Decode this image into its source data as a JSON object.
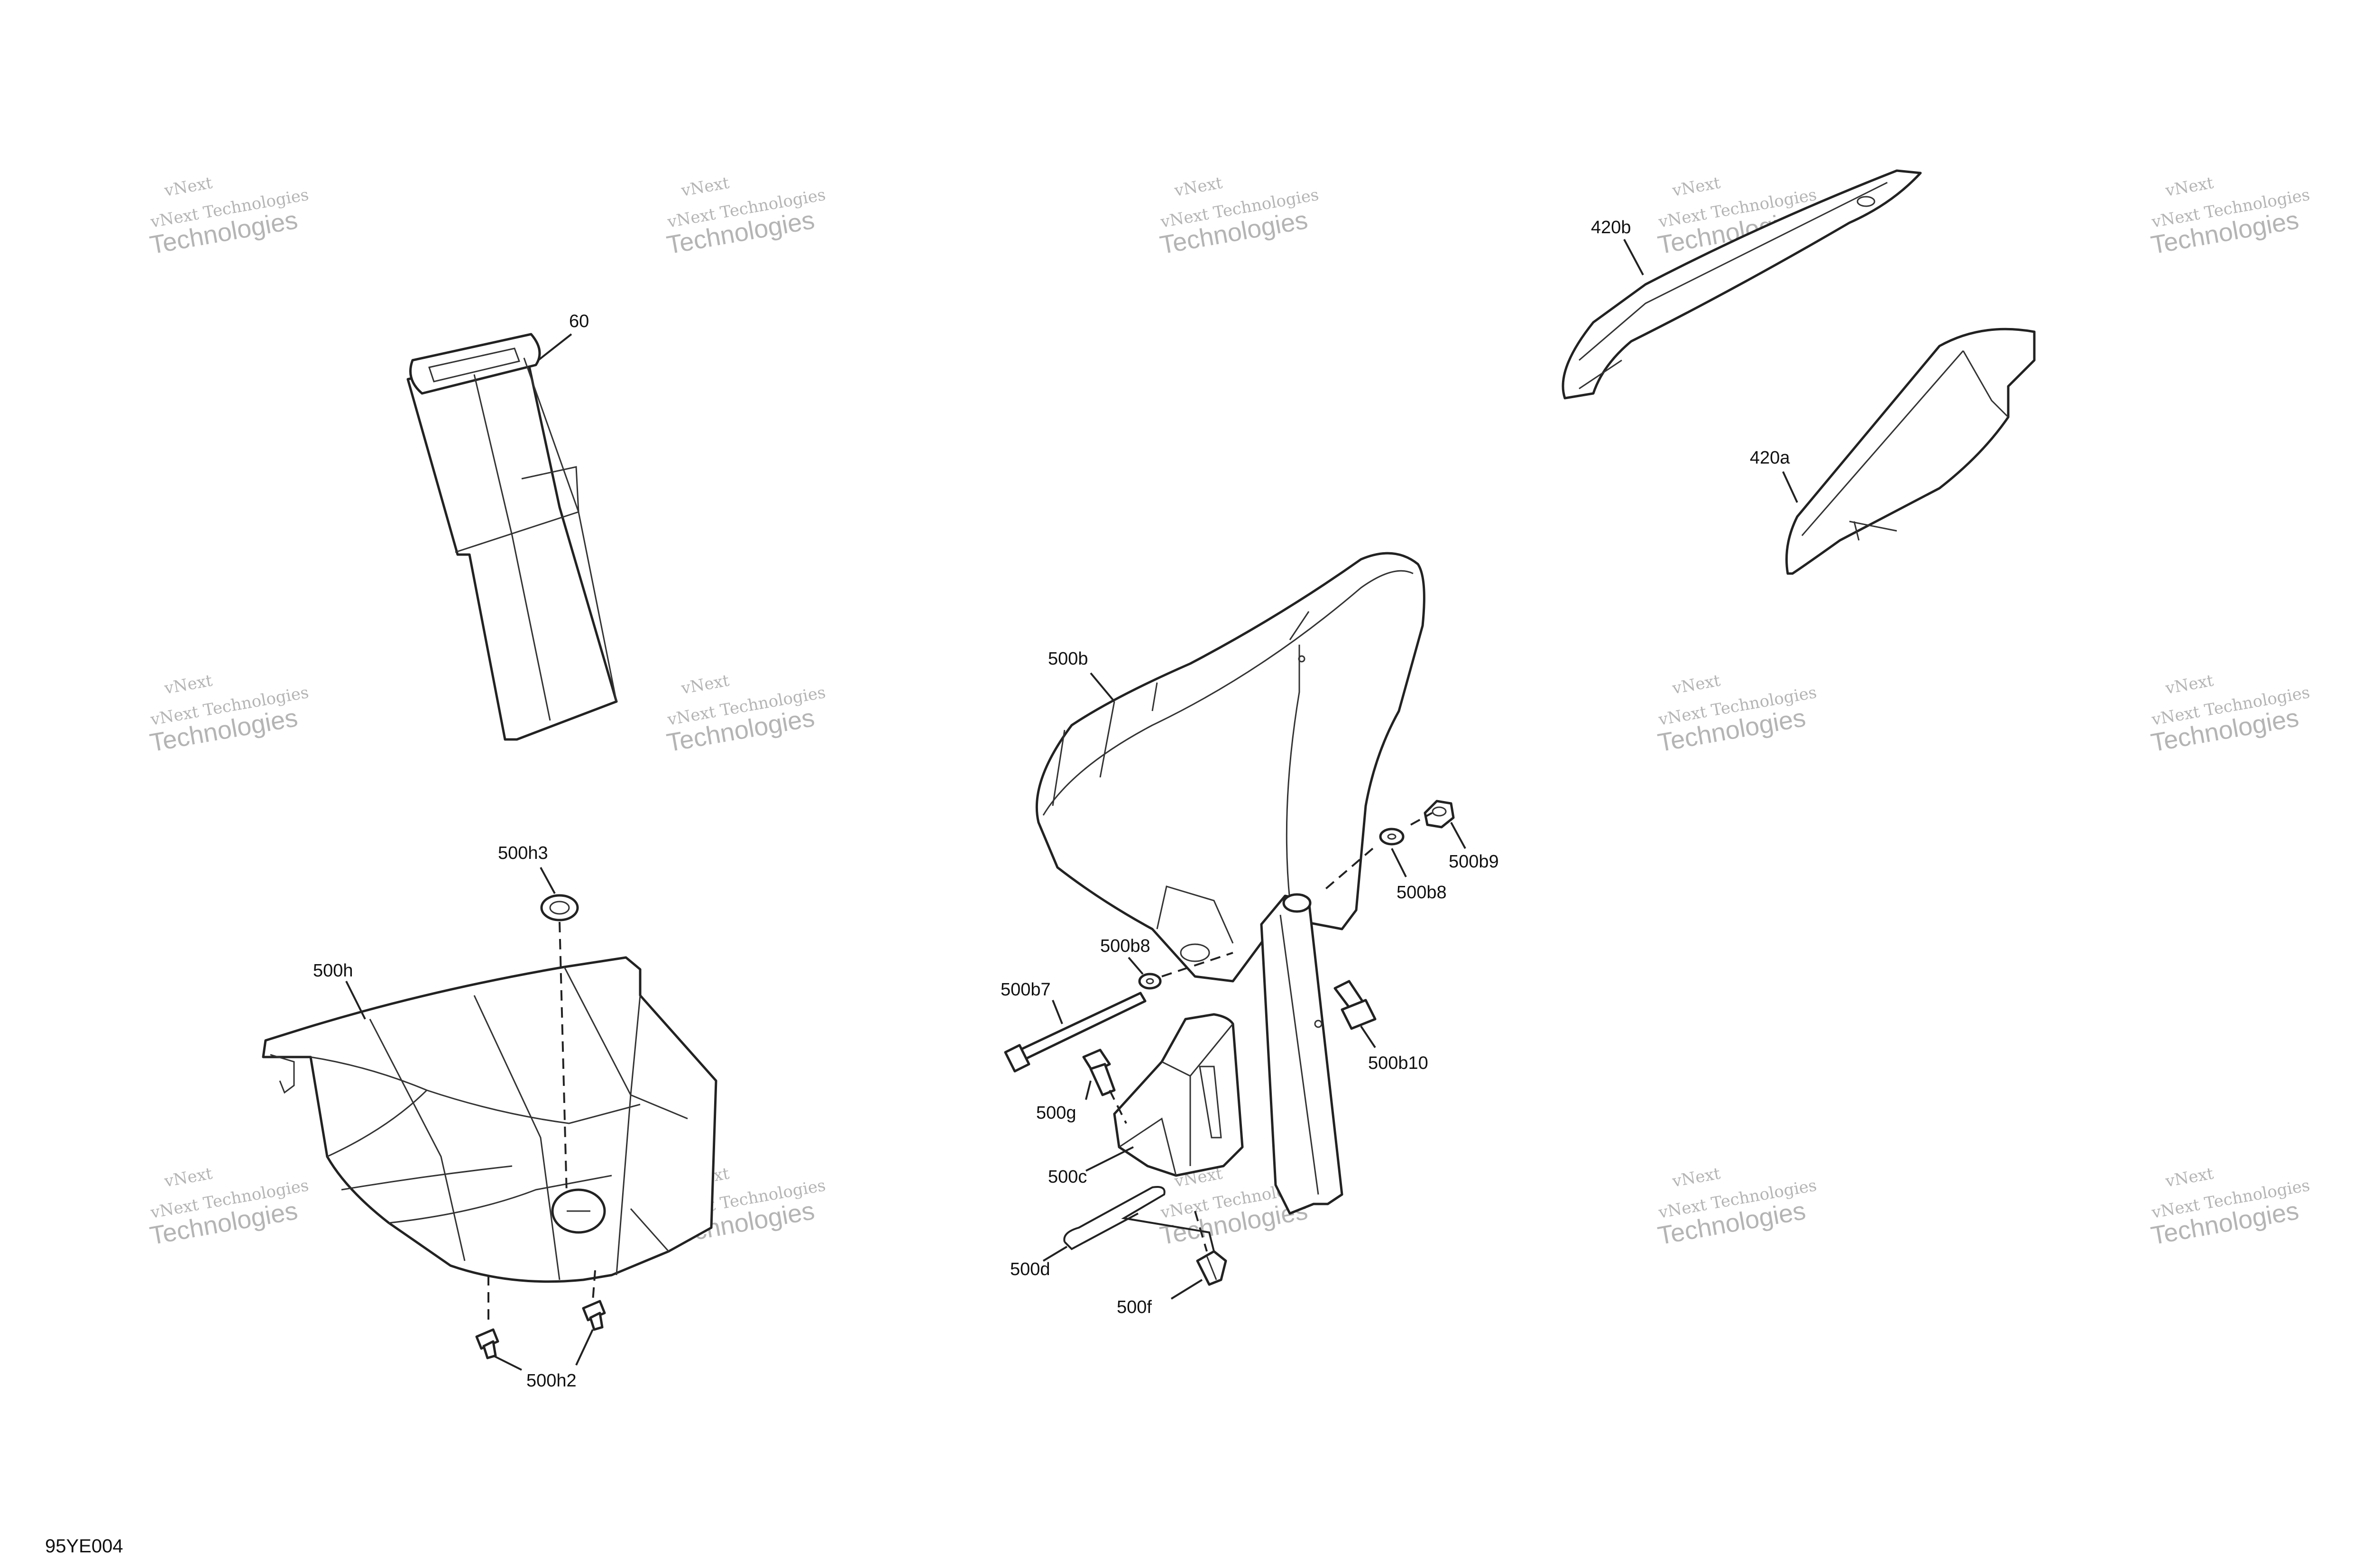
{
  "diagram_code": "95YE004",
  "watermark": {
    "brand_line": "vNext Technologies",
    "big_line": "Technologies",
    "small_line": "vNext"
  },
  "callouts": {
    "c60": "60",
    "c420a": "420a",
    "c420b": "420b",
    "c500b": "500b",
    "c500b7": "500b7",
    "c500b8_left": "500b8",
    "c500b8_right": "500b8",
    "c500b9": "500b9",
    "c500b10": "500b10",
    "c500c": "500c",
    "c500d": "500d",
    "c500f": "500f",
    "c500g": "500g",
    "c500h": "500h",
    "c500h2": "500h2",
    "c500h3": "500h3"
  }
}
